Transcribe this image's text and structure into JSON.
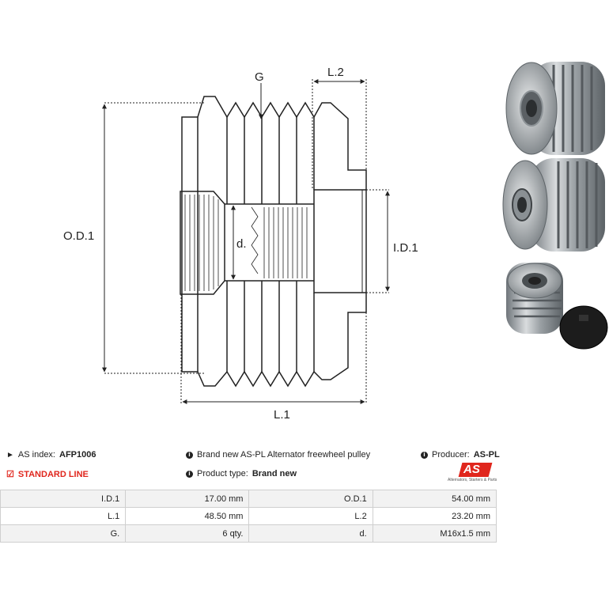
{
  "drawing": {
    "labels": {
      "g": "G",
      "l2": "L.2",
      "od1": "O.D.1",
      "d": "d.",
      "id1": "I.D.1",
      "l1": "L.1"
    }
  },
  "info": {
    "as_index_label": "AS index:",
    "as_index_value": "AFP1006",
    "line": "STANDARD LINE",
    "description": "Brand new AS-PL Alternator freewheel pulley",
    "product_type_label": "Product type:",
    "product_type_value": "Brand new",
    "producer_label": "Producer:",
    "producer_value": "AS-PL",
    "logo_text": "AS",
    "logo_caption": "Alternators, Starters & Parts"
  },
  "specs": {
    "rows": [
      [
        {
          "label": "I.D.1",
          "value": "17.00 mm"
        },
        {
          "label": "O.D.1",
          "value": "54.00 mm"
        }
      ],
      [
        {
          "label": "L.1",
          "value": "48.50 mm"
        },
        {
          "label": "L.2",
          "value": "23.20 mm"
        }
      ],
      [
        {
          "label": "G.",
          "value": "6 qty."
        },
        {
          "label": "d.",
          "value": "M16x1.5 mm"
        }
      ]
    ]
  },
  "colors": {
    "accent_red": "#e0261d",
    "dimension_line": "#222222",
    "row_shade": "#f2f2f2",
    "border": "#cfcfcf"
  }
}
